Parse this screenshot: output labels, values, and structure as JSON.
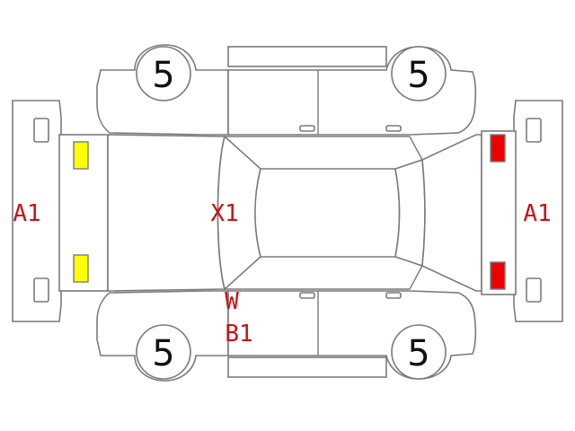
{
  "colors": {
    "outline": "#7a7a7a",
    "code_text": "#cc1111",
    "lamp_front": "#ffff00",
    "lamp_rear": "#ee0000"
  },
  "wheels": {
    "front_left": "5",
    "front_right": "5",
    "rear_left": "5",
    "rear_right": "5"
  },
  "codes": {
    "front_bumper": "A1",
    "rear_bumper": "A1",
    "front_pillar": "X1",
    "lower_pillar_w": "W",
    "lower_pillar_b": "B1"
  }
}
